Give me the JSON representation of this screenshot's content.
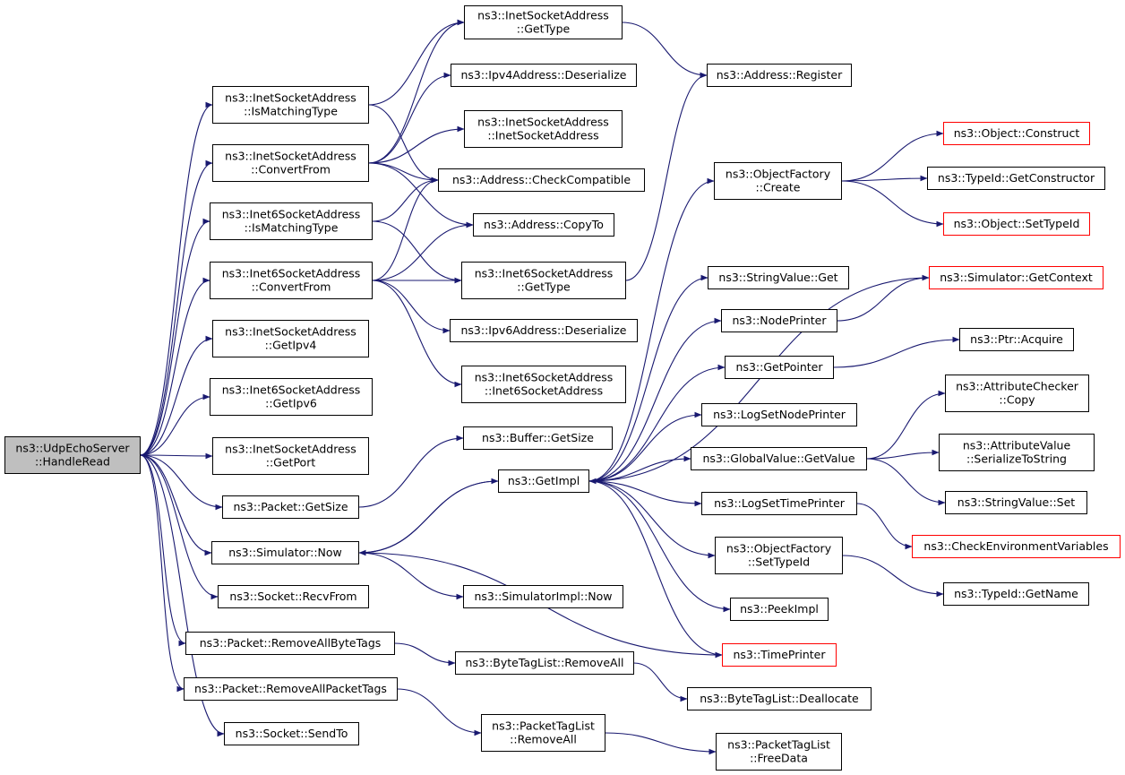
{
  "colors": {
    "edge": "#191970",
    "root_fill": "#bfbfbf",
    "node_border": "#000000",
    "truncated_border": "#ff0000",
    "node_fill": "#ffffff"
  },
  "nodes": [
    {
      "id": "root",
      "lines": [
        "ns3::UdpEchoServer",
        "::HandleRead"
      ],
      "style": "root"
    },
    {
      "id": "isa_ismatch",
      "lines": [
        "ns3::InetSocketAddress",
        "::IsMatchingType"
      ],
      "style": "normal"
    },
    {
      "id": "isa_convert",
      "lines": [
        "ns3::InetSocketAddress",
        "::ConvertFrom"
      ],
      "style": "normal"
    },
    {
      "id": "i6_ismatch",
      "lines": [
        "ns3::Inet6SocketAddress",
        "::IsMatchingType"
      ],
      "style": "normal"
    },
    {
      "id": "i6_convert",
      "lines": [
        "ns3::Inet6SocketAddress",
        "::ConvertFrom"
      ],
      "style": "normal"
    },
    {
      "id": "isa_getipv4",
      "lines": [
        "ns3::InetSocketAddress",
        "::GetIpv4"
      ],
      "style": "normal"
    },
    {
      "id": "i6_getipv6",
      "lines": [
        "ns3::Inet6SocketAddress",
        "::GetIpv6"
      ],
      "style": "normal"
    },
    {
      "id": "isa_getport",
      "lines": [
        "ns3::InetSocketAddress",
        "::GetPort"
      ],
      "style": "normal"
    },
    {
      "id": "pkt_getsize",
      "lines": [
        "ns3::Packet::GetSize"
      ],
      "style": "normal"
    },
    {
      "id": "sim_now",
      "lines": [
        "ns3::Simulator::Now"
      ],
      "style": "normal"
    },
    {
      "id": "sock_recvfrom",
      "lines": [
        "ns3::Socket::RecvFrom"
      ],
      "style": "normal"
    },
    {
      "id": "pkt_rmbytetags",
      "lines": [
        "ns3::Packet::RemoveAllByteTags"
      ],
      "style": "normal"
    },
    {
      "id": "pkt_rmpkttags",
      "lines": [
        "ns3::Packet::RemoveAllPacketTags"
      ],
      "style": "normal"
    },
    {
      "id": "sock_sendto",
      "lines": [
        "ns3::Socket::SendTo"
      ],
      "style": "normal"
    },
    {
      "id": "isa_gettype",
      "lines": [
        "ns3::InetSocketAddress",
        "::GetType"
      ],
      "style": "normal"
    },
    {
      "id": "ipv4_deser",
      "lines": [
        "ns3::Ipv4Address::Deserialize"
      ],
      "style": "normal"
    },
    {
      "id": "isa_ctor",
      "lines": [
        "ns3::InetSocketAddress",
        "::InetSocketAddress"
      ],
      "style": "normal"
    },
    {
      "id": "addr_checkcompat",
      "lines": [
        "ns3::Address::CheckCompatible"
      ],
      "style": "normal"
    },
    {
      "id": "addr_copyto",
      "lines": [
        "ns3::Address::CopyTo"
      ],
      "style": "normal"
    },
    {
      "id": "i6_gettype",
      "lines": [
        "ns3::Inet6SocketAddress",
        "::GetType"
      ],
      "style": "normal"
    },
    {
      "id": "ipv6_deser",
      "lines": [
        "ns3::Ipv6Address::Deserialize"
      ],
      "style": "normal"
    },
    {
      "id": "i6_ctor",
      "lines": [
        "ns3::Inet6SocketAddress",
        "::Inet6SocketAddress"
      ],
      "style": "normal"
    },
    {
      "id": "buf_getsize",
      "lines": [
        "ns3::Buffer::GetSize"
      ],
      "style": "normal"
    },
    {
      "id": "getimpl",
      "lines": [
        "ns3::GetImpl"
      ],
      "style": "normal"
    },
    {
      "id": "simimpl_now",
      "lines": [
        "ns3::SimulatorImpl::Now"
      ],
      "style": "normal"
    },
    {
      "id": "btl_rmall",
      "lines": [
        "ns3::ByteTagList::RemoveAll"
      ],
      "style": "normal"
    },
    {
      "id": "ptl_rmall",
      "lines": [
        "ns3::PacketTagList",
        "::RemoveAll"
      ],
      "style": "normal"
    },
    {
      "id": "addr_register",
      "lines": [
        "ns3::Address::Register"
      ],
      "style": "normal"
    },
    {
      "id": "of_create",
      "lines": [
        "ns3::ObjectFactory",
        "::Create"
      ],
      "style": "normal"
    },
    {
      "id": "sv_get",
      "lines": [
        "ns3::StringValue::Get"
      ],
      "style": "normal"
    },
    {
      "id": "nodeprinter",
      "lines": [
        "ns3::NodePrinter"
      ],
      "style": "normal"
    },
    {
      "id": "getpointer",
      "lines": [
        "ns3::GetPointer"
      ],
      "style": "normal"
    },
    {
      "id": "logsetnodeprinter",
      "lines": [
        "ns3::LogSetNodePrinter"
      ],
      "style": "normal"
    },
    {
      "id": "gv_getvalue",
      "lines": [
        "ns3::GlobalValue::GetValue"
      ],
      "style": "normal"
    },
    {
      "id": "logsettimeprinter",
      "lines": [
        "ns3::LogSetTimePrinter"
      ],
      "style": "normal"
    },
    {
      "id": "of_settypeid",
      "lines": [
        "ns3::ObjectFactory",
        "::SetTypeId"
      ],
      "style": "normal"
    },
    {
      "id": "peekimpl",
      "lines": [
        "ns3::PeekImpl"
      ],
      "style": "normal"
    },
    {
      "id": "timeprinter",
      "lines": [
        "ns3::TimePrinter"
      ],
      "style": "truncated"
    },
    {
      "id": "btl_dealloc",
      "lines": [
        "ns3::ByteTagList::Deallocate"
      ],
      "style": "normal"
    },
    {
      "id": "ptl_freedata",
      "lines": [
        "ns3::PacketTagList",
        "::FreeData"
      ],
      "style": "normal"
    },
    {
      "id": "obj_construct",
      "lines": [
        "ns3::Object::Construct"
      ],
      "style": "truncated"
    },
    {
      "id": "typeid_getctor",
      "lines": [
        "ns3::TypeId::GetConstructor"
      ],
      "style": "normal"
    },
    {
      "id": "obj_settypeid",
      "lines": [
        "ns3::Object::SetTypeId"
      ],
      "style": "truncated"
    },
    {
      "id": "sim_getcontext",
      "lines": [
        "ns3::Simulator::GetContext"
      ],
      "style": "truncated"
    },
    {
      "id": "ptr_acquire",
      "lines": [
        "ns3::Ptr::Acquire"
      ],
      "style": "normal"
    },
    {
      "id": "ac_copy",
      "lines": [
        "ns3::AttributeChecker",
        "::Copy"
      ],
      "style": "normal"
    },
    {
      "id": "av_serialize",
      "lines": [
        "ns3::AttributeValue",
        "::SerializeToString"
      ],
      "style": "normal"
    },
    {
      "id": "sv_set",
      "lines": [
        "ns3::StringValue::Set"
      ],
      "style": "normal"
    },
    {
      "id": "checkenv",
      "lines": [
        "ns3::CheckEnvironmentVariables"
      ],
      "style": "truncated"
    },
    {
      "id": "typeid_getname",
      "lines": [
        "ns3::TypeId::GetName"
      ],
      "style": "normal"
    }
  ],
  "edges": [
    [
      "root",
      "isa_ismatch"
    ],
    [
      "root",
      "isa_convert"
    ],
    [
      "root",
      "i6_ismatch"
    ],
    [
      "root",
      "i6_convert"
    ],
    [
      "root",
      "isa_getipv4"
    ],
    [
      "root",
      "i6_getipv6"
    ],
    [
      "root",
      "isa_getport"
    ],
    [
      "root",
      "pkt_getsize"
    ],
    [
      "root",
      "sim_now"
    ],
    [
      "root",
      "sock_recvfrom"
    ],
    [
      "root",
      "pkt_rmbytetags"
    ],
    [
      "root",
      "pkt_rmpkttags"
    ],
    [
      "root",
      "sock_sendto"
    ],
    [
      "isa_ismatch",
      "isa_gettype"
    ],
    [
      "isa_ismatch",
      "addr_checkcompat"
    ],
    [
      "isa_convert",
      "isa_gettype"
    ],
    [
      "isa_convert",
      "ipv4_deser"
    ],
    [
      "isa_convert",
      "isa_ctor"
    ],
    [
      "isa_convert",
      "addr_checkcompat"
    ],
    [
      "isa_convert",
      "addr_copyto"
    ],
    [
      "i6_ismatch",
      "addr_checkcompat"
    ],
    [
      "i6_ismatch",
      "i6_gettype"
    ],
    [
      "i6_convert",
      "addr_checkcompat"
    ],
    [
      "i6_convert",
      "addr_copyto"
    ],
    [
      "i6_convert",
      "i6_gettype"
    ],
    [
      "i6_convert",
      "ipv6_deser"
    ],
    [
      "i6_convert",
      "i6_ctor"
    ],
    [
      "isa_gettype",
      "addr_register"
    ],
    [
      "i6_gettype",
      "addr_register"
    ],
    [
      "pkt_getsize",
      "buf_getsize"
    ],
    [
      "sim_now",
      "getimpl"
    ],
    [
      "sim_now",
      "simimpl_now"
    ],
    [
      "getimpl",
      "sim_now"
    ],
    [
      "getimpl",
      "of_create"
    ],
    [
      "getimpl",
      "sv_get"
    ],
    [
      "getimpl",
      "nodeprinter"
    ],
    [
      "getimpl",
      "getpointer"
    ],
    [
      "getimpl",
      "logsetnodeprinter"
    ],
    [
      "getimpl",
      "gv_getvalue"
    ],
    [
      "getimpl",
      "logsettimeprinter"
    ],
    [
      "getimpl",
      "of_settypeid"
    ],
    [
      "getimpl",
      "peekimpl"
    ],
    [
      "getimpl",
      "timeprinter"
    ],
    [
      "sim_getcontext",
      "getimpl"
    ],
    [
      "pkt_rmbytetags",
      "btl_rmall"
    ],
    [
      "btl_rmall",
      "btl_dealloc"
    ],
    [
      "pkt_rmpkttags",
      "ptl_rmall"
    ],
    [
      "ptl_rmall",
      "ptl_freedata"
    ],
    [
      "of_create",
      "obj_construct"
    ],
    [
      "of_create",
      "typeid_getctor"
    ],
    [
      "of_create",
      "obj_settypeid"
    ],
    [
      "nodeprinter",
      "sim_getcontext"
    ],
    [
      "getpointer",
      "ptr_acquire"
    ],
    [
      "gv_getvalue",
      "ac_copy"
    ],
    [
      "gv_getvalue",
      "av_serialize"
    ],
    [
      "gv_getvalue",
      "sv_set"
    ],
    [
      "logsettimeprinter",
      "checkenv"
    ],
    [
      "of_settypeid",
      "typeid_getname"
    ],
    [
      "sim_now",
      "timeprinter"
    ]
  ]
}
